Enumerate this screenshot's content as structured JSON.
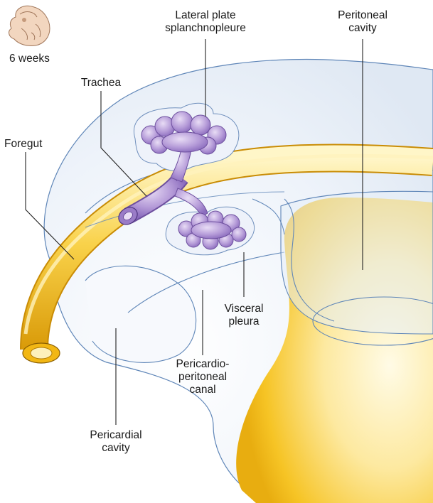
{
  "stage_label": "6 weeks",
  "labels": {
    "lateral_plate": [
      "Lateral plate",
      "splanchnopleure"
    ],
    "peritoneal_cavity": [
      "Peritoneal",
      "cavity"
    ],
    "trachea": [
      "Trachea"
    ],
    "foregut": [
      "Foregut"
    ],
    "visceral_pleura": [
      "Visceral",
      "pleura"
    ],
    "pericardio_peritoneal_canal": [
      "Pericardio-",
      "peritoneal",
      "canal"
    ],
    "pericardial_cavity": [
      "Pericardial",
      "cavity"
    ]
  },
  "colors": {
    "gut_yellow": "#f6c21c",
    "gut_pale": "#fde9a6",
    "membrane_fill": "#e9f0f8",
    "membrane_line": "#5f86b8",
    "lung_purple": "#a98fd0",
    "lung_dark": "#6d4f9e",
    "leader_line": "#222222"
  }
}
